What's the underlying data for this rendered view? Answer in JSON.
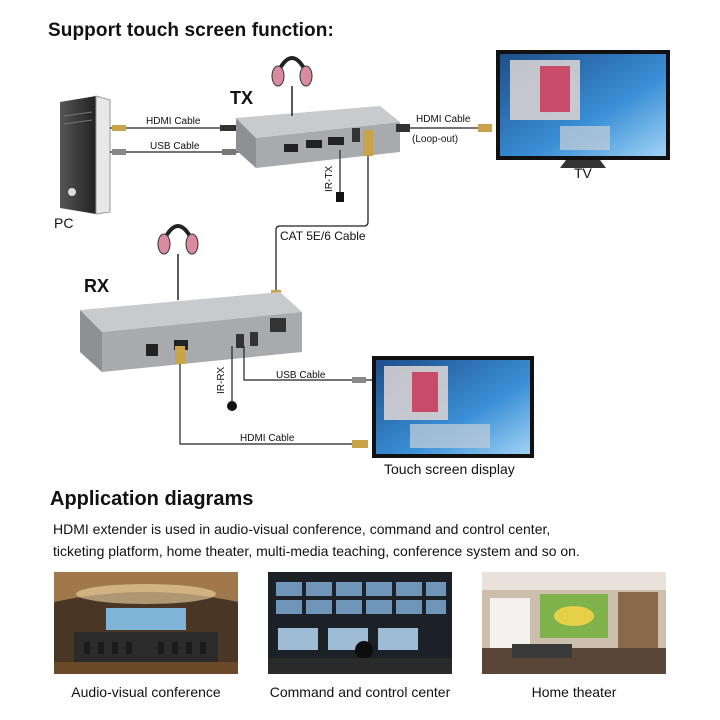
{
  "title": "Support touch screen function:",
  "diagram": {
    "tx_label": "TX",
    "rx_label": "RX",
    "pc_label": "PC",
    "tv_label": "TV",
    "tx_hdmi_cable": "HDMI Cable",
    "tx_usb_cable": "USB Cable",
    "loopout_hdmi_cable": "HDMI Cable",
    "loopout_note": "(Loop-out)",
    "ir_tx": "IR-TX",
    "cat_cable": "CAT 5E/6 Cable",
    "ir_rx": "IR-RX",
    "rx_usb_cable": "USB Cable",
    "rx_hdmi_cable": "HDMI Cable",
    "touch_display": "Touch screen display"
  },
  "application": {
    "heading": "Application diagrams",
    "line1": "HDMI extender is used in audio-visual conference, command and control center,",
    "line2": "ticketing platform, home theater, multi-media teaching, conference system and so on.",
    "captions": [
      "Audio-visual conference",
      "Command and control center",
      "Home theater"
    ]
  },
  "colors": {
    "device_body": "#a9aaae",
    "device_top": "#c9cace",
    "cable": "#222222",
    "headphone_pink": "#d98ca0",
    "screen_blue": "#2f7fc4"
  }
}
